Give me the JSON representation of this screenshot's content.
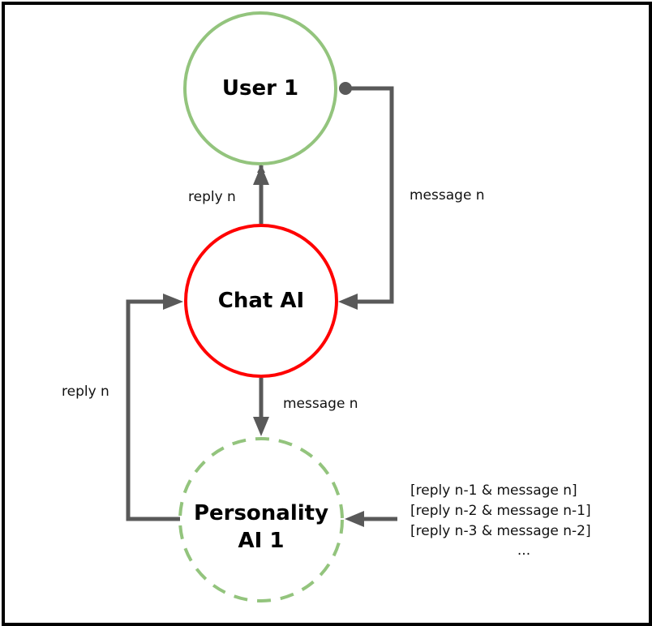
{
  "diagram": {
    "nodes": {
      "user": {
        "label": "User 1",
        "stroke": "#93c47d",
        "style": "solid"
      },
      "chat": {
        "label": "Chat AI",
        "stroke": "#ff0000",
        "style": "solid"
      },
      "personality": {
        "label_line1": "Personality",
        "label_line2": "AI 1",
        "stroke": "#93c47d",
        "style": "dashed"
      }
    },
    "edges": {
      "chat_to_user": {
        "label": "reply n"
      },
      "user_to_chat": {
        "label": "message n"
      },
      "chat_to_personality": {
        "label": "message n"
      },
      "personality_to_chat": {
        "label": "reply n"
      },
      "history_to_personality": {
        "lines": [
          "[reply n-1 & message n]",
          "[reply n-2 & message n-1]",
          "[reply n-3 & message n-2]",
          "..."
        ]
      }
    },
    "colors": {
      "connector": "#595959",
      "frame": "#000000"
    }
  }
}
